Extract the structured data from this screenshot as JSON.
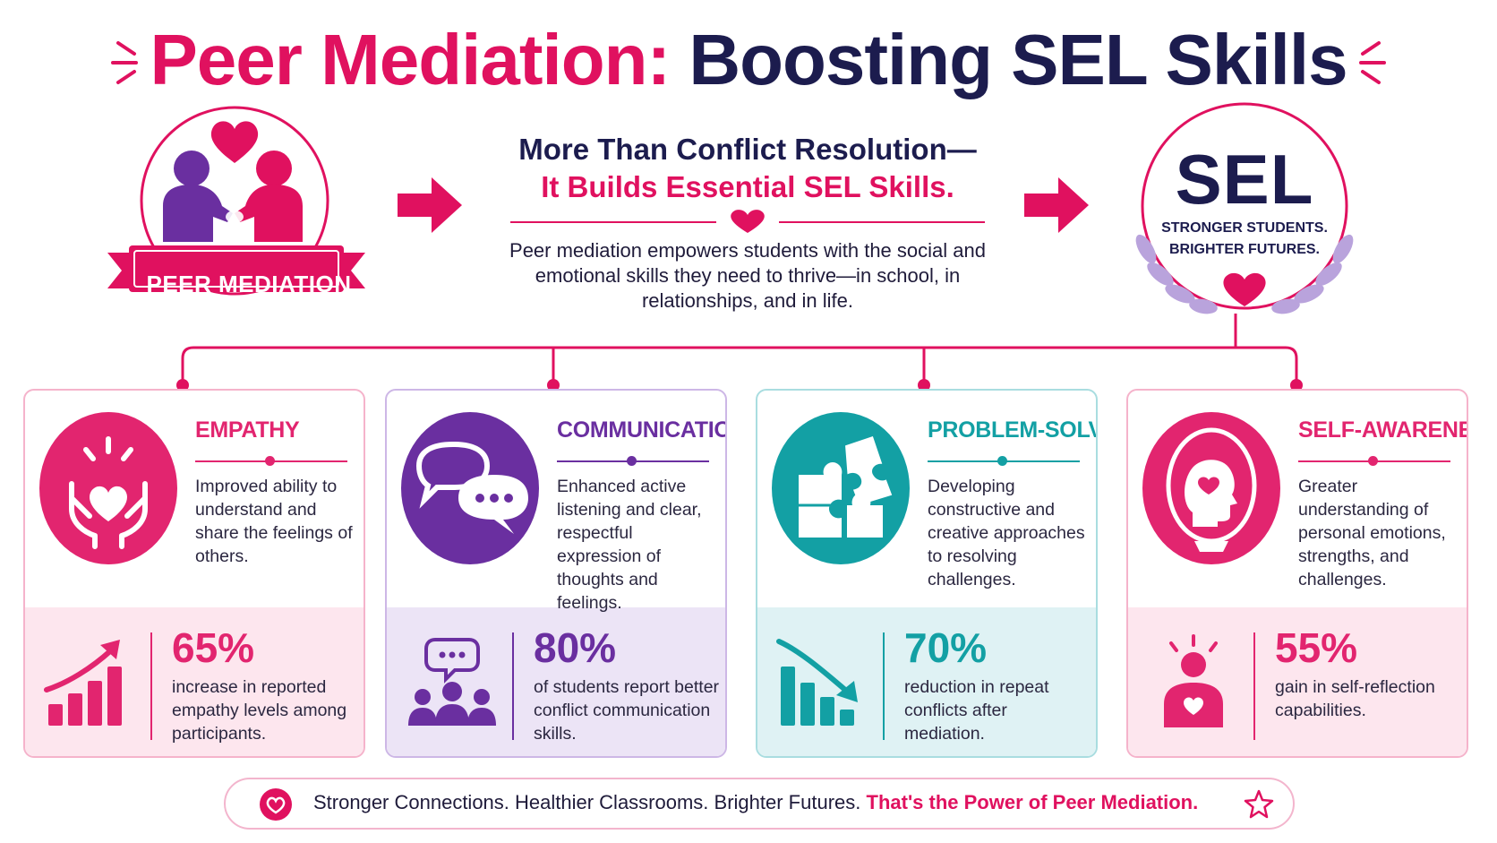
{
  "title": {
    "part1": "Peer Mediation:",
    "part2": "Boosting SEL Skills"
  },
  "intro": {
    "heading_line1": "More Than Conflict Resolution—",
    "heading_line2": "It Builds Essential SEL Skills.",
    "body": "Peer mediation empowers students with the social and emotional skills they need to thrive—in school, in relationships, and in life."
  },
  "left_badge": {
    "label": "PEER MEDIATION"
  },
  "sel_badge": {
    "title": "SEL",
    "line1": "STRONGER STUDENTS.",
    "line2": "BRIGHTER FUTURES."
  },
  "cards": [
    {
      "title": "EMPATHY",
      "description": "Improved ability to understand and share the feelings of others.",
      "stat_value": "65%",
      "stat_label": "increase in reported empathy levels among participants.",
      "color": "#e2256f",
      "tint": "#fde6ee",
      "border": "#f5b3cb",
      "icon": "hands-heart-icon",
      "stat_icon": "growth-chart-icon"
    },
    {
      "title": "COMMUNICATION",
      "description": "Enhanced active listening and clear, respectful expression of thoughts and feelings.",
      "stat_value": "80%",
      "stat_label": "of students report better conflict communication skills.",
      "color": "#6a2fa0",
      "tint": "#ece4f6",
      "border": "#cdb7e6",
      "icon": "speech-bubbles-icon",
      "stat_icon": "group-chat-icon"
    },
    {
      "title": "PROBLEM-SOLVING",
      "description": "Developing constructive and creative approaches to resolving challenges.",
      "stat_value": "70%",
      "stat_label": "reduction in repeat conflicts after mediation.",
      "color": "#13a0a4",
      "tint": "#dff2f4",
      "border": "#a9dde0",
      "icon": "puzzle-icon",
      "stat_icon": "decline-chart-icon"
    },
    {
      "title": "SELF-AWARENESS",
      "description": "Greater understanding of personal emotions, strengths, and challenges.",
      "stat_value": "55%",
      "stat_label": "gain in self-reflection capabilities.",
      "color": "#e2256f",
      "tint": "#fde6ee",
      "border": "#f5b3cb",
      "icon": "mirror-head-icon",
      "stat_icon": "person-heart-icon"
    }
  ],
  "footer": {
    "text": "Stronger Connections. Healthier Classrooms. Brighter Futures.",
    "highlight": "That's the Power of Peer Mediation."
  },
  "colors": {
    "pink": "#e0115f",
    "navy": "#1c1c4e",
    "purple": "#6a2fa0",
    "teal": "#13a0a4",
    "lavender": "#b9a3dc"
  }
}
